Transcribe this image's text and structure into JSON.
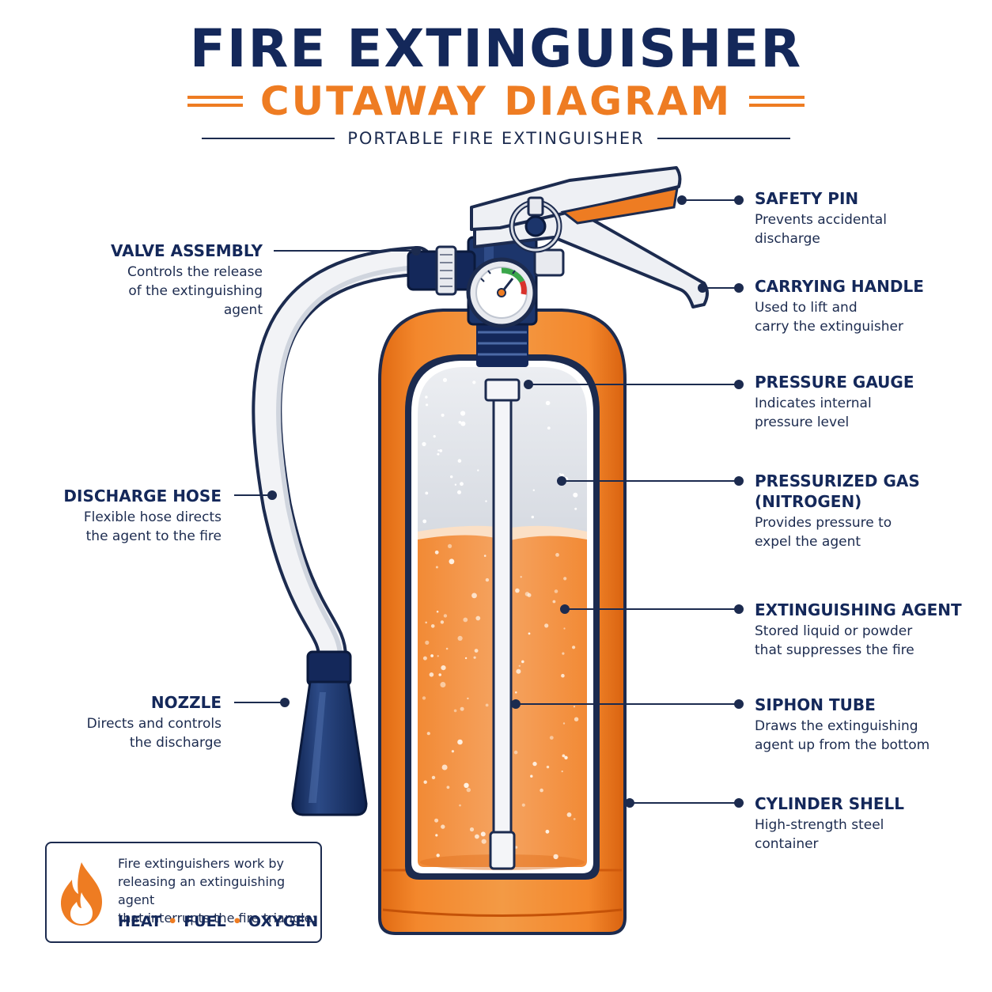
{
  "title": "FIRE EXTINGUISHER",
  "subtitle": "CUTAWAY DIAGRAM",
  "tagline": "PORTABLE FIRE EXTINGUISHER",
  "labels": {
    "valve_assembly": {
      "title": "VALVE ASSEMBLY",
      "desc": "Controls the release\nof the extinguishing\nagent"
    },
    "discharge_hose": {
      "title": "DISCHARGE HOSE",
      "desc": "Flexible hose directs\nthe agent to the fire"
    },
    "nozzle": {
      "title": "NOZZLE",
      "desc": "Directs and controls\nthe discharge"
    },
    "safety_pin": {
      "title": "SAFETY PIN",
      "desc": "Prevents accidental\ndischarge"
    },
    "carrying_handle": {
      "title": "CARRYING HANDLE",
      "desc": "Used to lift and\ncarry the extinguisher"
    },
    "pressure_gauge": {
      "title": "PRESSURE GAUGE",
      "desc": "Indicates internal\npressure level"
    },
    "pressurized_gas": {
      "title": "PRESSURIZED GAS\n(NITROGEN)",
      "desc": "Provides pressure to\nexpel the agent"
    },
    "extinguishing_agent": {
      "title": "EXTINGUISHING AGENT",
      "desc": "Stored liquid or powder\nthat suppresses the fire"
    },
    "siphon_tube": {
      "title": "SIPHON TUBE",
      "desc": "Draws the extinguishing\nagent up from the bottom"
    },
    "cylinder_shell": {
      "title": "CYLINDER SHELL",
      "desc": "High-strength steel\ncontainer"
    }
  },
  "info_box": {
    "text": "Fire extinguishers work by\nreleasing an extinguishing agent\nthat interrupts the fire triangle:",
    "fire_triangle": [
      "HEAT",
      "FUEL",
      "OXYGEN"
    ],
    "icon": "flame-icon"
  },
  "colors": {
    "navy": "#14285a",
    "orange": "#ee7c22",
    "light_orange": "#f4a45a",
    "white": "#ffffff"
  }
}
